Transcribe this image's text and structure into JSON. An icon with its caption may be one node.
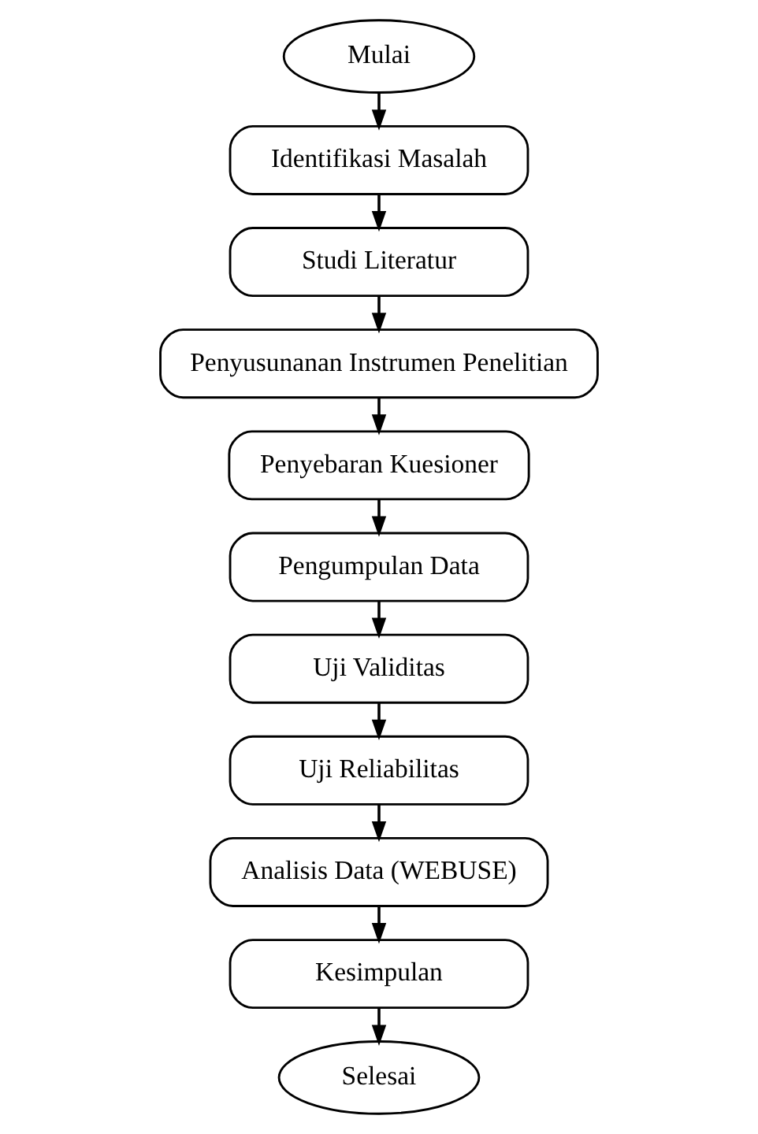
{
  "diagram": {
    "nodes": [
      {
        "text": [
          "Mulai"
        ]
      },
      {
        "text": [
          "Identifikasi Masalah"
        ]
      },
      {
        "text": [
          "Studi Literatur"
        ]
      },
      {
        "text": [
          "Penyusunanan Instrumen Penelitian"
        ]
      },
      {
        "text": [
          "Penyebaran Kuesioner"
        ]
      },
      {
        "text": [
          "Pengumpulan Data"
        ]
      },
      {
        "text": [
          "Uji Validitas"
        ]
      },
      {
        "text": [
          "Uji Reliabilitas"
        ]
      },
      {
        "text": [
          "Analisis Data (WEBUSE)"
        ]
      },
      {
        "text": [
          "Kesimpulan"
        ]
      },
      {
        "text": [
          "Selesai"
        ]
      }
    ],
    "edges": [
      {
        "from": 0,
        "to": 1,
        "arrow": "to"
      },
      {
        "from": 1,
        "to": 2,
        "arrow": "to"
      },
      {
        "from": 2,
        "to": 3,
        "arrow": "to"
      },
      {
        "from": 3,
        "to": 4,
        "arrow": "to"
      },
      {
        "from": 4,
        "to": 5,
        "arrow": "to"
      },
      {
        "from": 5,
        "to": 6,
        "arrow": "to"
      },
      {
        "from": 6,
        "to": 7,
        "arrow": "to"
      },
      {
        "from": 7,
        "to": 8,
        "arrow": "to"
      },
      {
        "from": 8,
        "to": 9,
        "arrow": "to"
      },
      {
        "from": 9,
        "to": 10,
        "arrow": "to"
      }
    ]
  }
}
